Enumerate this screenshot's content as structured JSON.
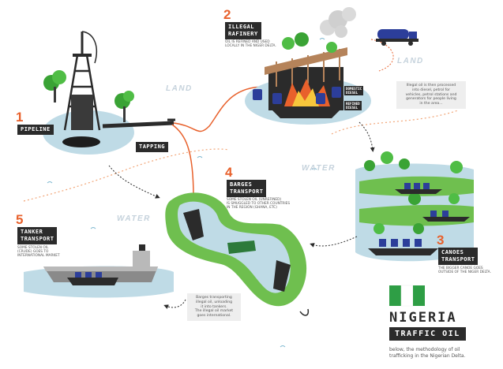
{
  "steps": [
    {
      "number": "1",
      "label": "PIPELINE"
    },
    {
      "number": "2",
      "label": "ILLEGAL\nRAFINERY",
      "caption": "OIL IS REFINED AND USED\nLOCALLY IN THE NIGER DELTA."
    },
    {
      "number": "3",
      "label": "CANOES\nTRANSPORT",
      "caption": "THE BIGGER CANOE GOES\nOUTSIDE OF THE NIGER DELTA."
    },
    {
      "number": "4",
      "label": "BARGES\nTRANSPORT",
      "caption": "SOME STOLEN OIL (UNREFINED)\nIS SMUGGLED TO OTHER COUNTRIES\nIN THE REGION (GHANA, ETC)"
    },
    {
      "number": "5",
      "label": "TANKER\nTRANSPORT",
      "caption": "SOME STOLEN OIL\n(CRUDE) GOES TO\nINTERNATIONAL MARKET"
    }
  ],
  "tapping_label": "TAPPING",
  "tags": {
    "domestic_diesel": "DOMESTIC\nDIESEL",
    "refined_diesel": "REFINED\nDIESEL"
  },
  "regions": {
    "land_left": "LAND",
    "land_right": "LAND",
    "water_center": "WATER",
    "water_left": "WATER"
  },
  "notes": {
    "refinery_note": "Illegal oil is then processed\ninto diesel, petrol for\nvehicles, petrol stations and\ngenerators for people living\nin the area...",
    "barges_note": "Barges transporting\nillegal oil, unloading\nit into tankers.\nThe illegal oil market\ngoes international."
  },
  "title": {
    "country": "NIGERIA",
    "subtitle": "TRAFFIC OIL",
    "description": "below, the methodology of oil\ntrafficking in the Nigerian Delta."
  },
  "colors": {
    "accent": "#e8612c",
    "water": "#bfdbe6",
    "dark": "#2b2b2b",
    "green": "#3aa335",
    "flag_green": "#2e9e45"
  }
}
